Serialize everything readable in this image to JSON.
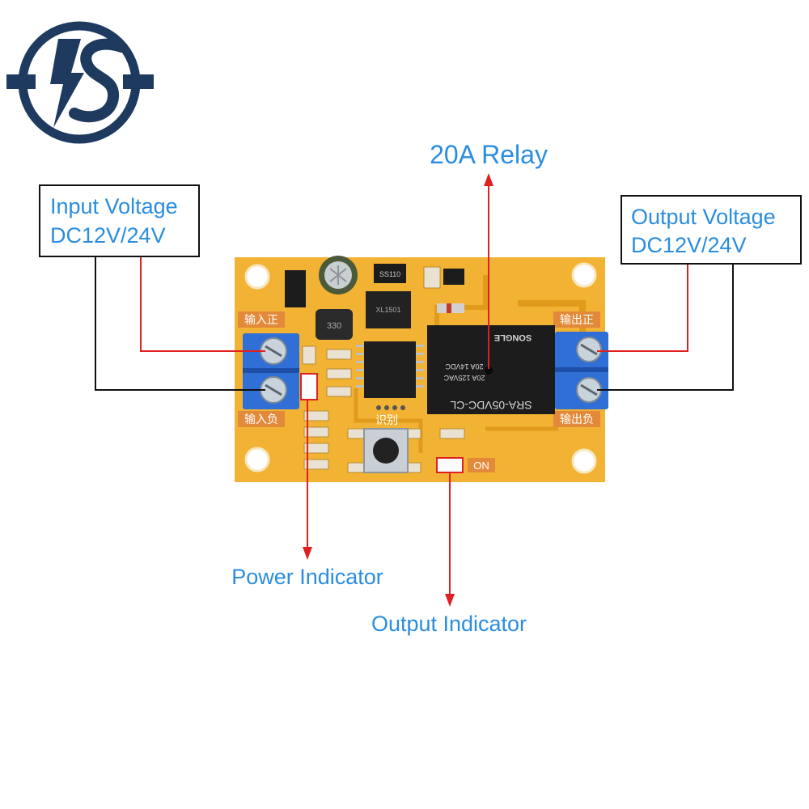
{
  "colors": {
    "brand": "#1e3a5f",
    "callout_text": "#2a8de0",
    "leader_red": "#e02020",
    "leader_black": "#111111",
    "pcb": "#f2b233",
    "pcb_trace": "#e09a1c",
    "terminal": "#2f6fd6",
    "relay": "#1c1c1c",
    "silk_label_bg": "#e28a3a"
  },
  "logo": {
    "name": "is-brand-logo",
    "text": "IS"
  },
  "callouts": {
    "input_voltage": {
      "line1": "Input Voltage",
      "line2": "DC12V/24V"
    },
    "output_voltage": {
      "line1": "Output Voltage",
      "line2": "DC12V/24V"
    },
    "relay": "20A Relay",
    "power_indicator": "Power Indicator",
    "output_indicator": "Output Indicator"
  },
  "board": {
    "silk": {
      "in_pos": "输入正",
      "in_neg": "输入负",
      "out_pos": "输出正",
      "out_neg": "输出负",
      "learn": "识别",
      "on": "ON"
    },
    "relay_text": {
      "model": "SRA-05VDC-CL",
      "rating1": "20A 125VAC",
      "rating2": "20A 14VDC",
      "brand": "SONGLE"
    },
    "chip_marks": {
      "diode": "SS110",
      "ic": "XL1501",
      "inductor": "330"
    }
  }
}
